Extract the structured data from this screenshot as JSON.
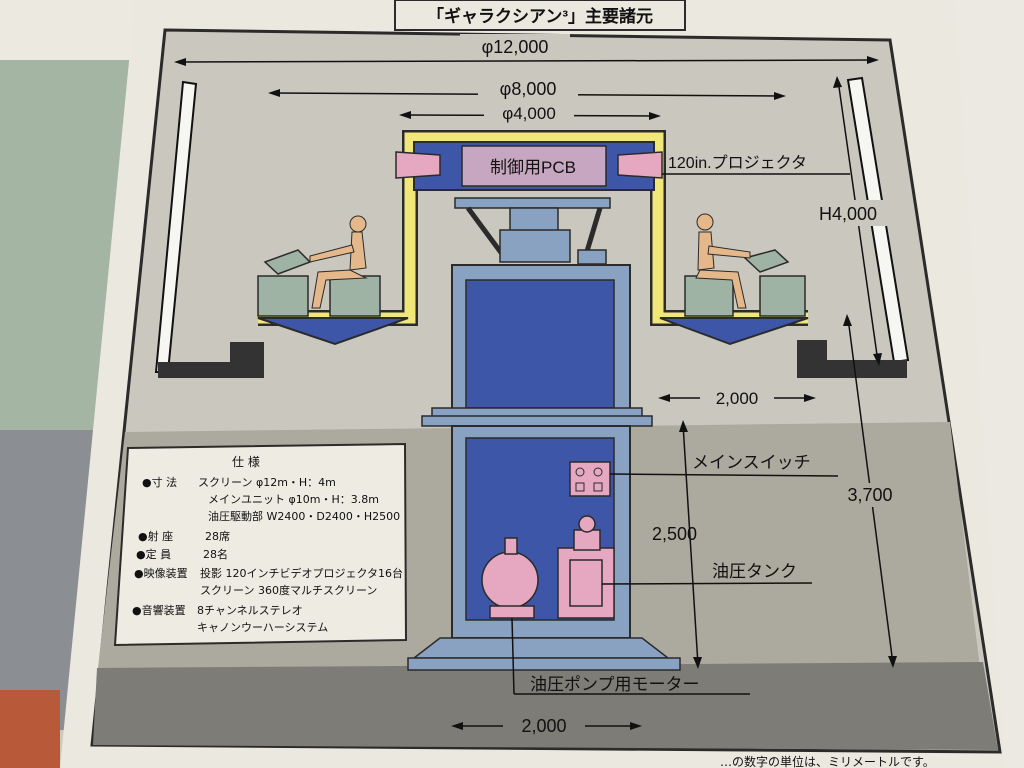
{
  "title": "「ギャラクシアン³」主要諸元",
  "dimensions": {
    "outer_width": "φ12,000",
    "ring_width": "φ8,000",
    "unit_width": "φ4,000",
    "screen_height": "H4,000",
    "total_height": "3,700",
    "unit_height": "2,500",
    "gap_right": "2,000",
    "base_width": "2,000"
  },
  "labels": {
    "pcb": "制御用PCB",
    "projector": "120in.プロジェクタ",
    "main_switch": "メインスイッチ",
    "oil_tank": "油圧タンク",
    "pump_motor": "油圧ポンプ用モーター"
  },
  "specs": {
    "heading": "仕 様",
    "rows": [
      {
        "bullet": "●寸 法",
        "lines": [
          "スクリーン φ12m・H：4m",
          "メインユニット φ10m・H：3.8m",
          "油圧駆動部 W2400・D2400・H2500"
        ]
      },
      {
        "bullet": "●射 座",
        "lines": [
          "28席"
        ]
      },
      {
        "bullet": "●定 員",
        "lines": [
          "28名"
        ]
      },
      {
        "bullet": "●映像装置",
        "lines": [
          "投影 120インチビデオプロジェクタ16台",
          "スクリーン 360度マルチスクリーン"
        ]
      },
      {
        "bullet": "●音響装置",
        "lines": [
          "8チャンネルステレオ",
          "キャノンウーハーシステム"
        ]
      }
    ]
  },
  "footer_note": "…の数字の単位は、ミリメートルです。",
  "colors": {
    "panel": "#cfcdc4",
    "floor_band": "#aaa79c",
    "ground": "#7b7a74",
    "structure_blue": "#8aa2c2",
    "deep_blue": "#3d56a8",
    "frame_yellow": "#f1e67a",
    "pink": "#e6a8c0",
    "console_green": "#9eb3a4",
    "person": "#e4b88a"
  }
}
